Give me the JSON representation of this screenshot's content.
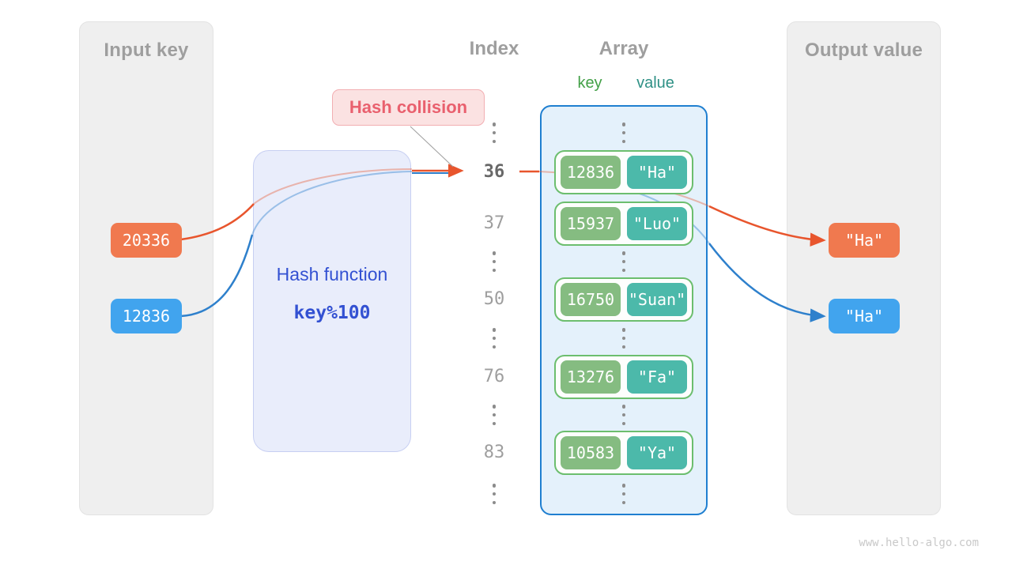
{
  "input_panel": {
    "title": "Input key",
    "items": [
      {
        "label": "20336",
        "color": "orange"
      },
      {
        "label": "12836",
        "color": "blue"
      }
    ]
  },
  "hash_function": {
    "name": "Hash function",
    "formula": "key%100"
  },
  "collision": {
    "label": "Hash collision"
  },
  "index_column": {
    "title": "Index",
    "rows": [
      {
        "type": "dots"
      },
      {
        "type": "index",
        "label": "36",
        "emphasis": true
      },
      {
        "type": "index",
        "label": "37"
      },
      {
        "type": "dots"
      },
      {
        "type": "index",
        "label": "50"
      },
      {
        "type": "dots"
      },
      {
        "type": "index",
        "label": "76"
      },
      {
        "type": "dots"
      },
      {
        "type": "index",
        "label": "83"
      },
      {
        "type": "dots"
      }
    ]
  },
  "array_panel": {
    "title": "Array",
    "key_header": "key",
    "value_header": "value",
    "rows": [
      {
        "type": "dots"
      },
      {
        "type": "pair",
        "key": "12836",
        "value": "\"Ha\""
      },
      {
        "type": "pair",
        "key": "15937",
        "value": "\"Luo\""
      },
      {
        "type": "dots"
      },
      {
        "type": "pair",
        "key": "16750",
        "value": "\"Suan\""
      },
      {
        "type": "dots"
      },
      {
        "type": "pair",
        "key": "13276",
        "value": "\"Fa\""
      },
      {
        "type": "dots"
      },
      {
        "type": "pair",
        "key": "10583",
        "value": "\"Ya\""
      },
      {
        "type": "dots"
      }
    ]
  },
  "output_panel": {
    "title": "Output value",
    "items": [
      {
        "label": "\"Ha\"",
        "color": "orange"
      },
      {
        "label": "\"Ha\"",
        "color": "blue"
      }
    ]
  },
  "watermark": "www.hello-algo.com",
  "colors": {
    "orange_box": "#f0794f",
    "blue_box": "#41a4ee",
    "orange_arrow": "#e8552d",
    "blue_arrow": "#2e80cc",
    "key_green": "#85bc81",
    "value_teal": "#4cb9aa",
    "pair_border": "#6cbe6e",
    "array_border": "#1f7fd0",
    "array_fill": "#e4f1fb",
    "hash_text": "#3351d2",
    "collision_text": "#e9606e",
    "heading_gray": "#9e9e9e"
  }
}
